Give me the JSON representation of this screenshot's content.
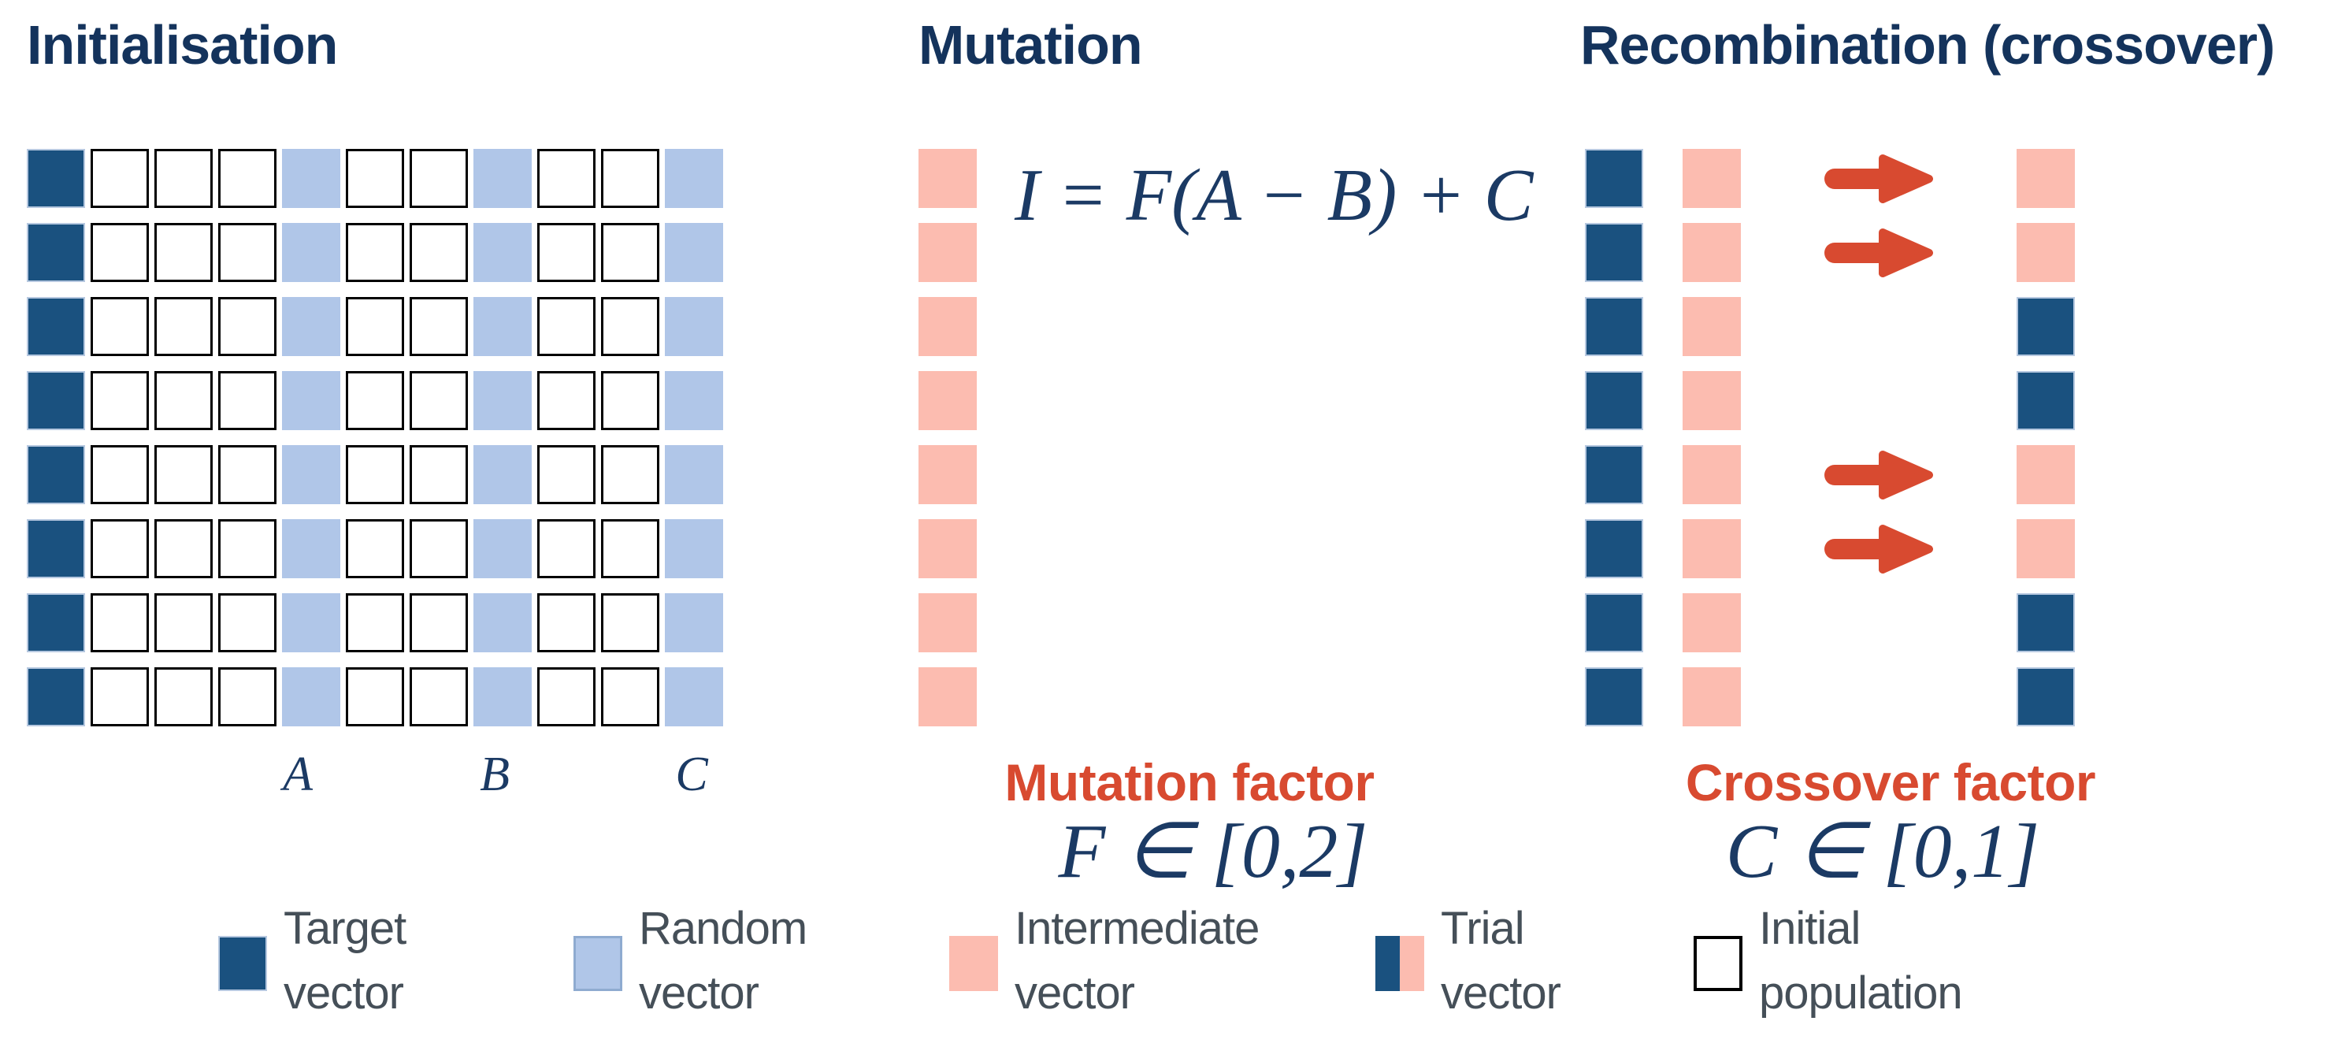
{
  "colors": {
    "target": "#1a517f",
    "random": "#b0c6e8",
    "intermediate": "#fcbcb0",
    "initial": "#ffffff",
    "arrow_red": "#d84a30",
    "title_navy": "#14335c",
    "math_navy": "#1b3a64",
    "legend_text": "#454f58",
    "cell_border": "#000000",
    "random_border": "#8fabd0",
    "target_edge": "#b6c8e0"
  },
  "sections": {
    "initialisation": {
      "title": "Initialisation",
      "rows": 8,
      "column_types": [
        "target",
        "initial",
        "initial",
        "initial",
        "random",
        "initial",
        "initial",
        "random",
        "initial",
        "initial",
        "random"
      ],
      "column_labels": [
        {
          "label": "A",
          "column_index": 4
        },
        {
          "label": "B",
          "column_index": 7
        },
        {
          "label": "C",
          "column_index": 10
        }
      ]
    },
    "mutation": {
      "title": "Mutation",
      "rows": 8,
      "column_type": "intermediate",
      "formula": "I = F(A − B) + C",
      "factor_label": "Mutation factor",
      "factor_range": "F ∈ [0,2]"
    },
    "recombination": {
      "title": "Recombination (crossover)",
      "rows": 8,
      "target_column_type": "target",
      "intermediate_column_type": "intermediate",
      "arrow_rows": [
        0,
        1,
        4,
        5
      ],
      "result_column": [
        "intermediate",
        "intermediate",
        "target",
        "target",
        "intermediate",
        "intermediate",
        "target",
        "target"
      ],
      "factor_label": "Crossover factor",
      "factor_range": "C ∈ [0,1]"
    }
  },
  "legend": [
    {
      "swatch": "target",
      "label_line1": "Target",
      "label_line2": "vector"
    },
    {
      "swatch": "random",
      "label_line1": "Random",
      "label_line2": "vector"
    },
    {
      "swatch": "intermediate",
      "label_line1": "Intermediate",
      "label_line2": "vector"
    },
    {
      "swatch": "trial",
      "label_line1": "Trial",
      "label_line2": "vector"
    },
    {
      "swatch": "initial",
      "label_line1": "Initial",
      "label_line2": "population"
    }
  ]
}
